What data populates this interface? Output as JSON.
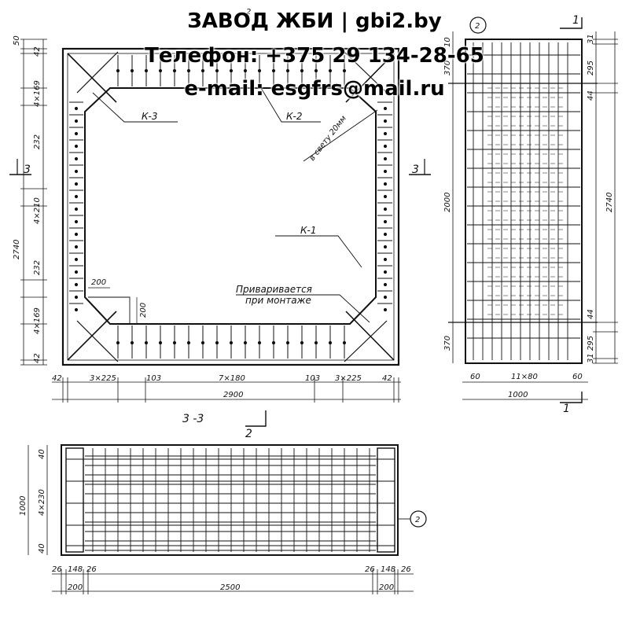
{
  "watermark": {
    "line1": "ЗАВОД ЖБИ | gbi2.by",
    "line2": "Телефон: +375 29 134-28-65",
    "line3": "e-mail: esgfrs@mail.ru"
  },
  "front_view": {
    "left_dims": [
      "50",
      "42",
      "4×169",
      "232",
      "4×210",
      "232",
      "4×169",
      "42"
    ],
    "overall_height": "2740",
    "bottom_dims": [
      "42",
      "3×225",
      "103",
      "7×180",
      "103",
      "3×225",
      "42"
    ],
    "overall_width": "2900",
    "corner_dims": [
      "200",
      "200"
    ],
    "labels": {
      "k3": "К-3",
      "k2": "К-2",
      "k1": "К-1",
      "clear": "в свету 20мм",
      "weld_line1": "Приваривается",
      "weld_line2": "при монтаже"
    },
    "section_mark": "3",
    "section_top_num": "2",
    "section_2_mark": "2",
    "section_title": "3 -3"
  },
  "side_view": {
    "callout": "2",
    "section_mark": "1",
    "left_dims": [
      "370",
      "2000",
      "370"
    ],
    "left_top": "10",
    "right_dims": [
      "31",
      "295",
      "44",
      "2740",
      "44",
      "295",
      "31"
    ],
    "bottom_dims": [
      "60",
      "11×80",
      "60"
    ],
    "overall_width": "1000"
  },
  "section_view": {
    "left_dims": [
      "40",
      "4×230",
      "40"
    ],
    "overall_height": "1000",
    "bottom_dims": [
      "26",
      "148",
      "26",
      "26",
      "148",
      "26"
    ],
    "bottom_dims2": [
      "200",
      "2500",
      "200"
    ],
    "callout": "2"
  }
}
